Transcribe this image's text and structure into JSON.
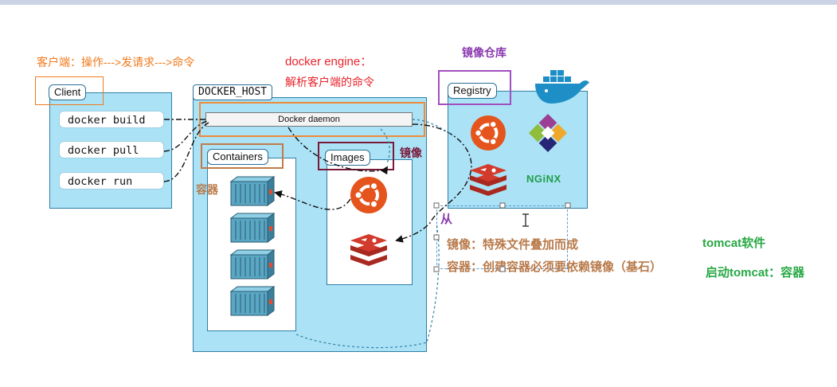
{
  "annotations": {
    "client_note": "客户端：操作--->发请求--->命令",
    "engine_title": "docker engine：",
    "engine_desc": "解析客户端的命令",
    "registry_note": "镜像仓库",
    "images_note": "镜像",
    "containers_note": "容器",
    "from_char": "从",
    "image_def": "镜像：特殊文件叠加而成",
    "container_def": "容器：创建容器必须要依赖镜像（基石）",
    "tomcat_software": "tomcat软件",
    "tomcat_start": "启动tomcat：容器"
  },
  "client": {
    "label": "Client",
    "commands": [
      "docker build",
      "docker pull",
      "docker run"
    ]
  },
  "docker_host": {
    "label": "DOCKER_HOST",
    "daemon_label": "Docker daemon",
    "containers_label": "Containers",
    "images_label": "Images"
  },
  "registry": {
    "label": "Registry",
    "nginx_logo_text": "NGiNX"
  },
  "colors": {
    "panel_fill": "#abe2f5",
    "panel_border": "#2f7fa7",
    "orange_note": "#f07a1d",
    "red_note": "#e8242b",
    "purple_note": "#8a39b0",
    "brown_note": "#b87a4a",
    "green_note": "#27a844",
    "ubuntu_orange": "#e4541c",
    "redis_red": "#d23a2c"
  },
  "icons": [
    "ubuntu-icon",
    "redis-icon",
    "centos-icon",
    "nginx-icon",
    "docker-whale-icon",
    "container-icon",
    "text-cursor-icon"
  ]
}
